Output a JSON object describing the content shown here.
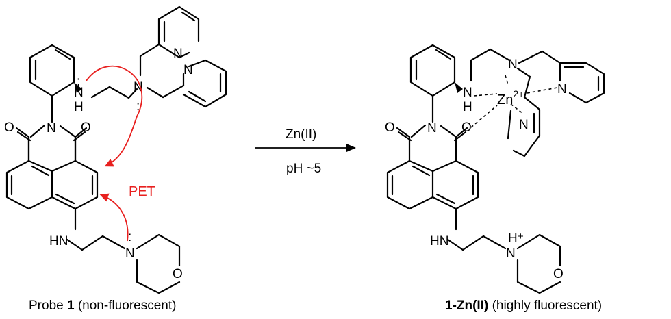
{
  "probe": {
    "caption_prefix": "Probe",
    "caption_number": "1",
    "caption_suffix": "(non-fluorescent)",
    "atoms": {
      "n_pyridine_top": "N",
      "n_pyridine_right": "N",
      "n_tertiary": "N",
      "nh_aryl_n": "N",
      "nh_aryl_h": "H",
      "n_imide": "N",
      "o_left": "O",
      "o_right": "O",
      "hn_amine": "HN",
      "n_morpholine": "N",
      "o_morpholine": "O"
    },
    "pet_label": "PET",
    "pet_color": "#e8201f"
  },
  "reaction": {
    "reagent": "Zn(II)",
    "condition": "pH ~5"
  },
  "complex": {
    "caption_bold": "1-Zn(II)",
    "caption_suffix": "(highly fluorescent)",
    "atoms": {
      "n_tertiary": "N",
      "nh_aryl_n": "N",
      "nh_aryl_h": "H",
      "zn": "Zn",
      "zn_charge": "2+",
      "n_pyridine_right": "N",
      "n_pyridine_lower": "N",
      "n_imide": "N",
      "o_left": "O",
      "o_right": "O",
      "hn_amine": "HN",
      "n_morpholine": "N",
      "h_morpholine": "H",
      "plus_morpholine": "+",
      "o_morpholine": "O"
    }
  }
}
